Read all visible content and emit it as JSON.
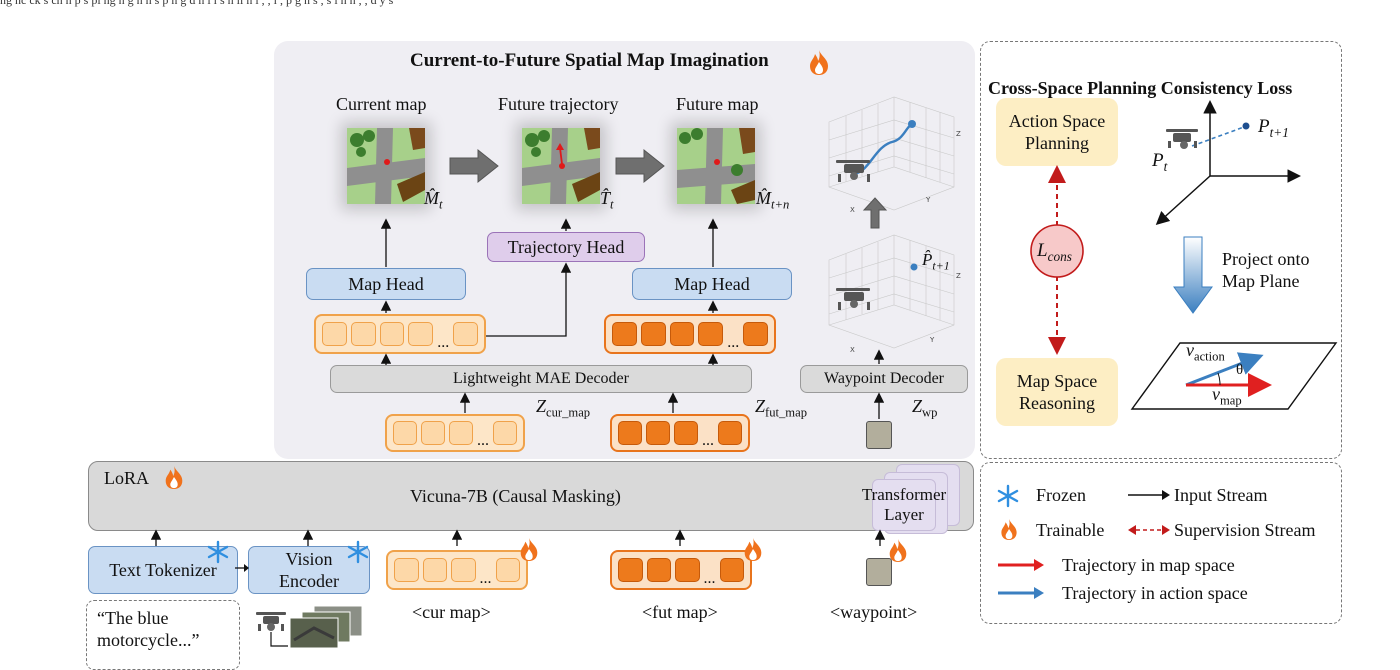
{
  "caption_top": "ng      nc      ck   s     ch  n    p  s  pl    ng      n   g n  n     s      p      n  g      d n  i     l    s  n  ll n  l   ,  ,    i  ,    p  g n   s   , s  l  n n  ,  ,   d  y s  ",
  "main_panel": {
    "title": "Current-to-Future Spatial Map Imagination",
    "current_map_label": "Current map",
    "future_trajectory_label": "Future trajectory",
    "future_map_label": "Future map",
    "sym_m_t": "M̂",
    "sym_m_t_sub": "t",
    "sym_t_t": "T̂",
    "sym_t_t_sub": "t",
    "sym_m_tn": "M̂",
    "sym_m_tn_sub": "t+n",
    "trajectory_head": "Trajectory Head",
    "map_head_left": "Map Head",
    "map_head_right": "Map Head",
    "mae_decoder": "Lightweight MAE Decoder",
    "waypoint_decoder": "Waypoint Decoder",
    "z_cur": "Z",
    "z_cur_sub": "cur_map",
    "z_fut": "Z",
    "z_fut_sub": "fut_map",
    "z_wp": "Z",
    "z_wp_sub": "wp",
    "p_hat": "P̂",
    "p_hat_sub": "t+1",
    "axis_x": "X",
    "axis_y": "Y",
    "axis_z": "Z"
  },
  "cross_space": {
    "title": "Cross-Space Planning Consistency Loss",
    "action_space": "Action Space Planning",
    "map_space": "Map Space Reasoning",
    "loss": "L",
    "loss_sub": "cons",
    "project": "Project onto Map Plane",
    "p_t": "P",
    "p_t_sub": "t",
    "p_t1": "P",
    "p_t1_sub": "t+1",
    "v_action": "v",
    "v_action_sub": "action",
    "v_map": "v",
    "v_map_sub": "map",
    "theta": "θ"
  },
  "llm": {
    "lora": "LoRA",
    "vicuna": "Vicuna-7B (Causal Masking)",
    "transformer": "Transformer Layer"
  },
  "inputs": {
    "text_tokenizer": "Text Tokenizer",
    "vision_encoder": "Vision Encoder",
    "cur_map": "<cur map>",
    "fut_map": "<fut map>",
    "waypoint": "<waypoint>",
    "quote": "“The blue motorcycle...”"
  },
  "legend": {
    "frozen": "Frozen",
    "trainable": "Trainable",
    "input_stream": "Input Stream",
    "supervision_stream": "Supervision Stream",
    "traj_map": "Trajectory in map space",
    "traj_action": "Trajectory in action space"
  },
  "colors": {
    "orange": "#ed7a1c",
    "blue_arrow": "#3b7fc0",
    "red": "#e02020"
  }
}
